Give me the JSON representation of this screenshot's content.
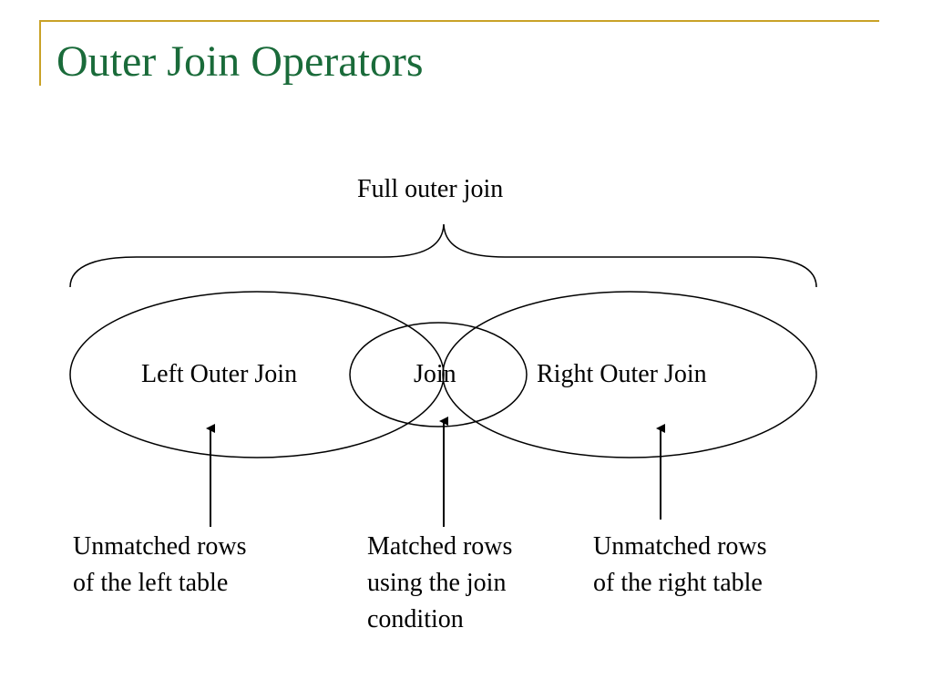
{
  "title": "Outer Join Operators",
  "brace_label": "Full outer join",
  "regions": {
    "left": "Left Outer Join",
    "center": "Join",
    "right": "Right Outer Join"
  },
  "captions": {
    "left": [
      "Unmatched rows",
      "of the left table"
    ],
    "center": [
      "Matched rows",
      "using the join",
      "condition"
    ],
    "right": [
      "Unmatched rows",
      "of the right table"
    ]
  },
  "colors": {
    "title": "#1a6b3a",
    "frame_accent": "#c9a227",
    "lines": "#000000"
  }
}
